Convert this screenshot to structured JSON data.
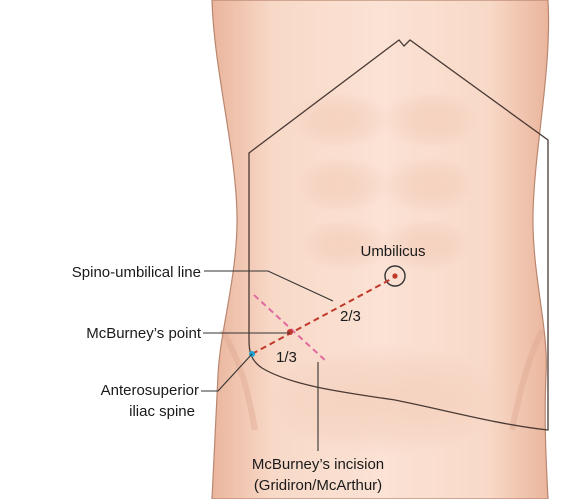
{
  "figure": {
    "labels": {
      "umbilicus": "Umbilicus",
      "spino_umbilical_line": "Spino-umbilical line",
      "mcburney_point": "McBurney’s point",
      "asis_line1": "Anterosuperior",
      "asis_line2": "iliac spine",
      "incision_line1": "McBurney’s incision",
      "incision_line2": "(Gridiron/McArthur)",
      "two_thirds": "2/3",
      "one_third": "1/3"
    },
    "colors": {
      "skin": "#f6d2bf",
      "skin_shadow": "#e7b49c",
      "outline": "#4a3a34",
      "leader": "#333333",
      "spino_umbilical_line": "#c0392b",
      "incision_line": "#e06aa0",
      "asis_marker": "#1fa3d6",
      "point_marker": "#c0392b"
    }
  }
}
